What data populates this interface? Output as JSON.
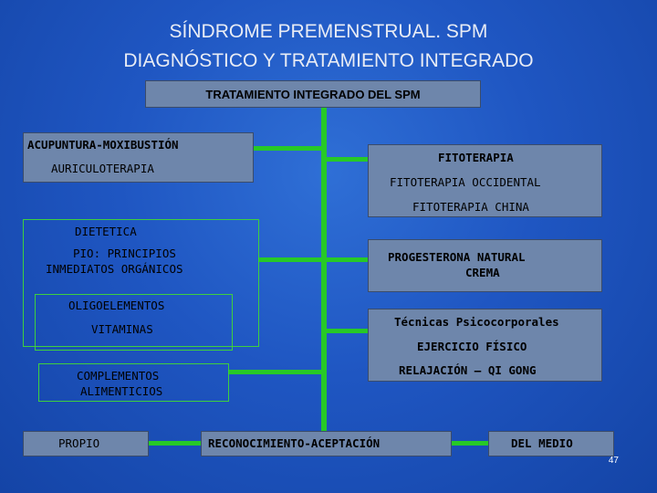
{
  "title": {
    "line1": "SÍNDROME PREMENSTRUAL. SPM",
    "line2": "DIAGNÓSTICO Y TRATAMIENTO INTEGRADO"
  },
  "diagram": {
    "root": "TRATAMIENTO INTEGRADO DEL SPM",
    "left": {
      "acupuntura": "ACUPUNTURA-MOXIBUSTIÓN",
      "auriculoterapia": "AURICULOTERAPIA",
      "dietetica": "DIETETICA",
      "pio_line1": "PIO: PRINCIPIOS",
      "pio_line2": "INMEDIATOS ORGÁNICOS",
      "oligoelementos": "OLIGOELEMENTOS",
      "vitaminas": "VITAMINAS",
      "complementos_line1": "COMPLEMENTOS",
      "complementos_line2": "ALIMENTICIOS"
    },
    "right": {
      "fitoterapia": "FITOTERAPIA",
      "fitoterapia_occidental": "FITOTERAPIA OCCIDENTAL",
      "fitoterapia_china": "FITOTERAPIA CHINA",
      "progesterona_line1": "PROGESTERONA NATURAL",
      "progesterona_line2": "CREMA",
      "tecnicas": "Técnicas Psicocorporales",
      "ejercicio": "EJERCICIO FÍSICO",
      "relajacion": "RELAJACIÓN – QI GONG"
    },
    "bottom": {
      "propio": "PROPIO",
      "reconocimiento": "RECONOCIMIENTO-ACEPTACIÓN",
      "del_medio": "DEL MEDIO"
    }
  },
  "page_number": "47",
  "colors": {
    "connector": "#27c927",
    "box_fill": "#6e86ab",
    "background": "#1f56c2",
    "title_text": "#e8ecf5"
  }
}
